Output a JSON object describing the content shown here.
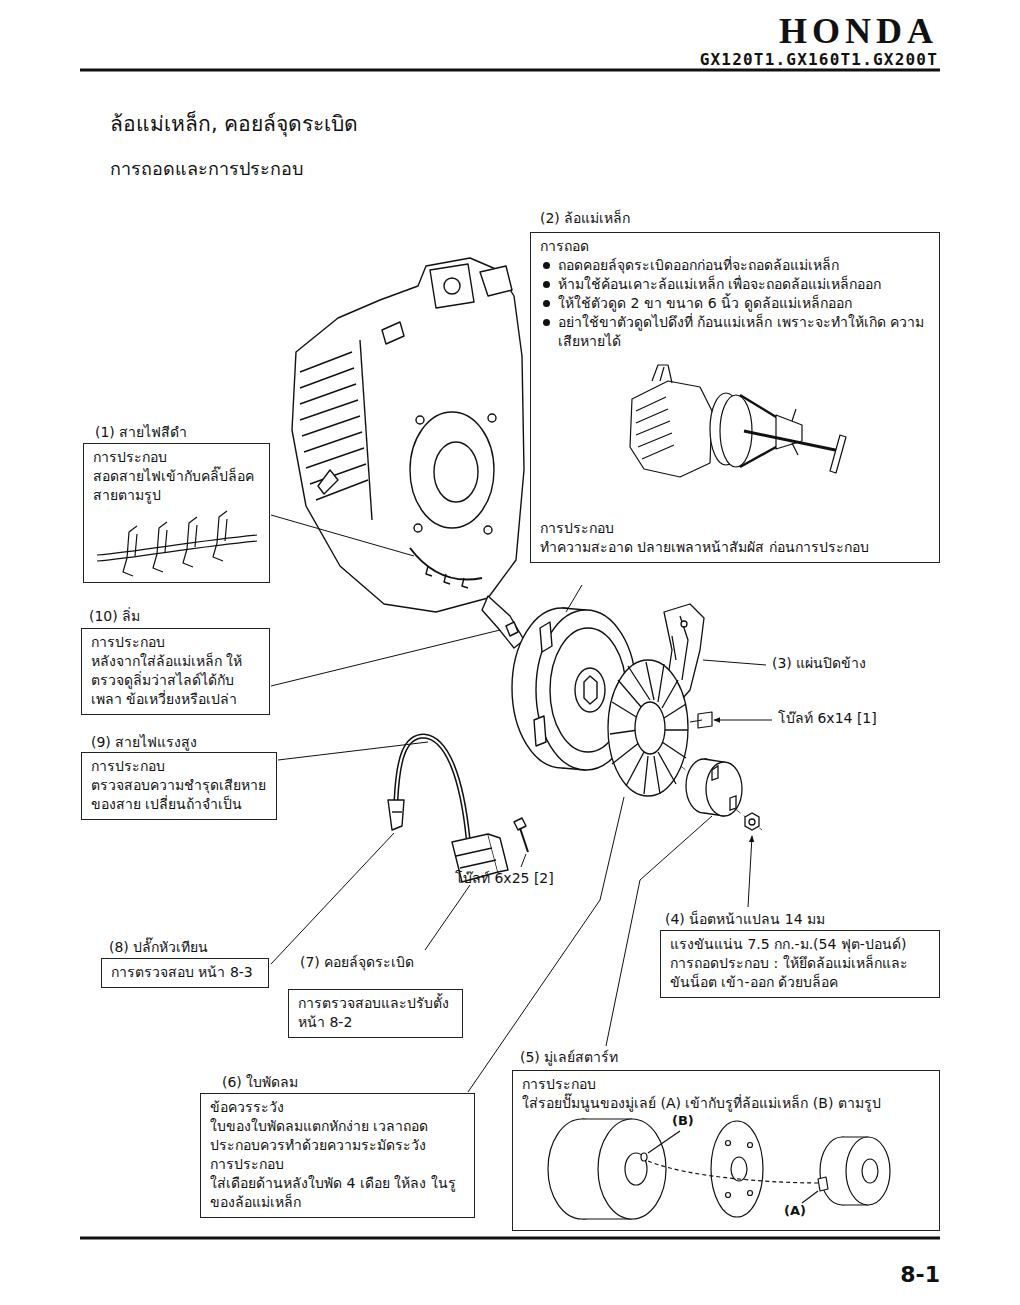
{
  "diagram": {
    "title": "ล้อแม่เหล็ก, คอยล์จุดระเบิด",
    "nodes": [
      {
        "text": [
          "(2) ล้อแม่เหล็ก",
          "การถอด",
          "ถอดคอยล์จุดระเบิดออกก่อนที่จะถอดล้อแม่เหล็ก",
          "ห้ามใช้ค้อนเคาะล้อแม่เหล็ก เพื่อจะถอดล้อแม่เหล็กออก",
          "ให้ใช้ตัวดูด 2 ขา ขนาด 6 นิ้ว ดูดล้อแม่เหล็กออก",
          "อย่าใช้ขาตัวดูดไปดึงที่ ก้อนแม่เหล็ก เพราะจะทำให้เกิด ความเสียหายได้",
          "การประกอบ",
          "ทำความสะอาด ปลายเพลาหน้าสัมผัส ก่อนการประกอบ"
        ]
      },
      {
        "text": [
          "(1) สายไฟสีดำ",
          "การประกอบ",
          "สอดสายไฟเข้ากับคลิ๊ปล็อค สายตามรูป"
        ]
      },
      {
        "text": [
          "(10) ลิ่ม",
          "การประกอบ",
          "หลังจากใส่ล้อแม่เหล็ก ให้ ตรวจดูลิ่มว่าสไลด์ได้กับเพลา ข้อเหวี่ยงหรือเปล่า"
        ]
      },
      {
        "text": [
          "(9) สายไฟแรงสูง",
          "การประกอบ",
          "ตรวจสอบความชำรุดเสียหาย ของสาย เปลี่ยนถ้าจำเป็น"
        ]
      },
      {
        "text": [
          "(4) น็อตหน้าแปลน 14 มม",
          "แรงขันแน่น 7.5 กก.-ม.(54 ฟุต-ปอนด์)",
          "การถอดประกอบ : ให้ยึดล้อแม่เหล็กและ ขันน็อต เข้า-ออก ด้วยบล็อค"
        ]
      },
      {
        "text": [
          "(8) ปลั๊กหัวเทียน",
          "การตรวจสอบ หน้า 8-3"
        ]
      },
      {
        "text": [
          "(7) คอยล์จุดระเบิด",
          "การตรวจสอบและปรับตั้ง หน้า 8-2"
        ]
      },
      {
        "text": [
          "(5) มู่เลย์สตาร์ท",
          "การประกอบ",
          "ใส่รอยปั๊มนูนของมู่เลย์ (A) เข้ากับรูที่ล้อแม่เหล็ก (B) ตามรูป"
        ]
      },
      {
        "text": [
          "(6) ใบพัดลม",
          "ข้อควรระวัง",
          "ใบของใบพัดลมแตกหักง่าย เวลาถอด ประกอบควรทำด้วยความระมัดระวัง",
          "การประกอบ",
          "ใส่เดือยด้านหลังใบพัด 4 เดือย ให้ลง ในรูของล้อแม่เหล็ก"
        ]
      }
    ],
    "labels": [
      "HONDA",
      "GX120T1.GX160T1.GX200T",
      "การถอดและการประกอบ",
      "(3) แผ่นปิดข้าง",
      "โบ๊ลท์ 6x14 [1]",
      "โบ๊ลท์ 6x25 [2]",
      "(B)",
      "(A)",
      "8-1"
    ]
  }
}
